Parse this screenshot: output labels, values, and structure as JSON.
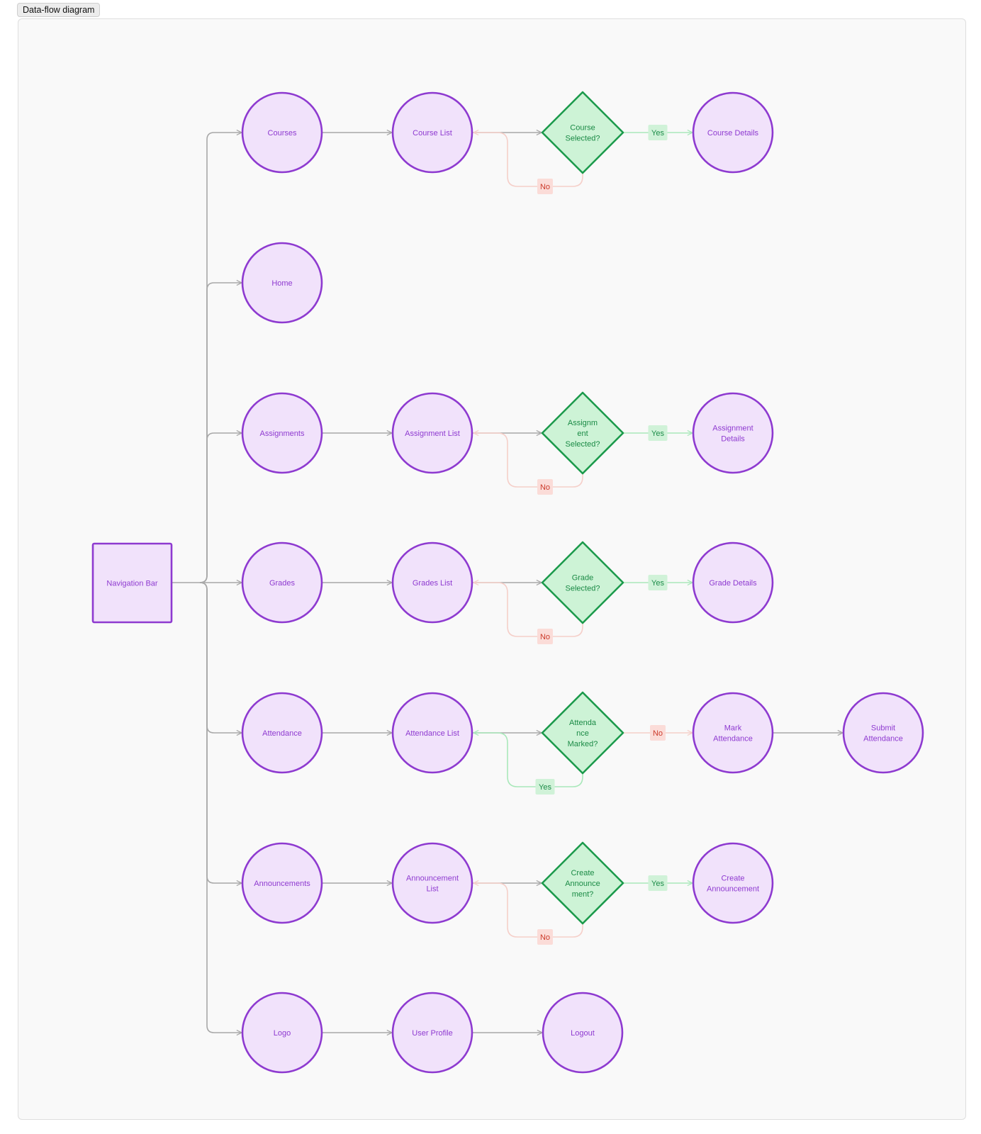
{
  "header": {
    "tag": "Data-flow diagram"
  },
  "colors": {
    "node_fill": "#f1e2fb",
    "node_stroke": "#8e3ad0",
    "node_text": "#8e3ad0",
    "decision_fill": "#cdf3d6",
    "decision_stroke": "#1c9a4c",
    "decision_text": "#1a8a45",
    "edge": "#a8a8a8",
    "yes_fill": "#d0f2d8",
    "yes_text": "#1c8c48",
    "yes_line": "#a9e8ba",
    "no_fill": "#fbdcd8",
    "no_text": "#cc3a2b",
    "no_line": "#f5cfc9"
  },
  "nodes": {
    "navigation_bar": "Navigation Bar",
    "courses": "Courses",
    "course_list": "Course List",
    "course_selected": "Course\nSelected?",
    "course_details": "Course Details",
    "home": "Home",
    "assignments": "Assignments",
    "assignment_list": "Assignment List",
    "assignment_selected": "Assignm\nent\nSelected?",
    "assignment_details": "Assignment\nDetails",
    "grades": "Grades",
    "grades_list": "Grades List",
    "grade_selected": "Grade\nSelected?",
    "grade_details": "Grade Details",
    "attendance": "Attendance",
    "attendance_list": "Attendance List",
    "attendance_marked": "Attenda\nnce\nMarked?",
    "mark_attendance": "Mark\nAttendance",
    "submit_attendance": "Submit\nAttendance",
    "announcements": "Announcements",
    "announcement_list": "Announcement\nList",
    "create_announcement_q": "Create\nAnnounce\nment?",
    "create_announcement": "Create\nAnnouncement",
    "logo": "Logo",
    "user_profile": "User Profile",
    "logout": "Logout"
  },
  "edge_labels": {
    "yes": "Yes",
    "no": "No"
  }
}
